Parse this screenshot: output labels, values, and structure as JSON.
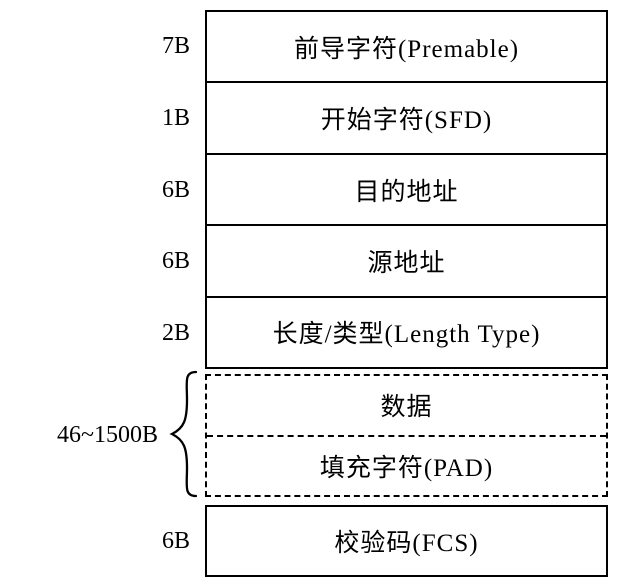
{
  "diagram": {
    "kind": "ethernet-frame-structure",
    "colors": {
      "line": "#000000",
      "background": "#ffffff"
    },
    "brace_label": "46~1500B",
    "fields": [
      {
        "size": "7B",
        "label": "前导字符(Premable)",
        "border": "solid"
      },
      {
        "size": "1B",
        "label": "开始字符(SFD)",
        "border": "solid"
      },
      {
        "size": "6B",
        "label": "目的地址",
        "border": "solid"
      },
      {
        "size": "6B",
        "label": "源地址",
        "border": "solid"
      },
      {
        "size": "2B",
        "label": "长度/类型(Length Type)",
        "border": "solid"
      },
      {
        "size": "",
        "label": "数据",
        "border": "dashed"
      },
      {
        "size": "",
        "label": "填充字符(PAD)",
        "border": "dashed"
      },
      {
        "size": "6B",
        "label": "校验码(FCS)",
        "border": "solid"
      }
    ]
  }
}
